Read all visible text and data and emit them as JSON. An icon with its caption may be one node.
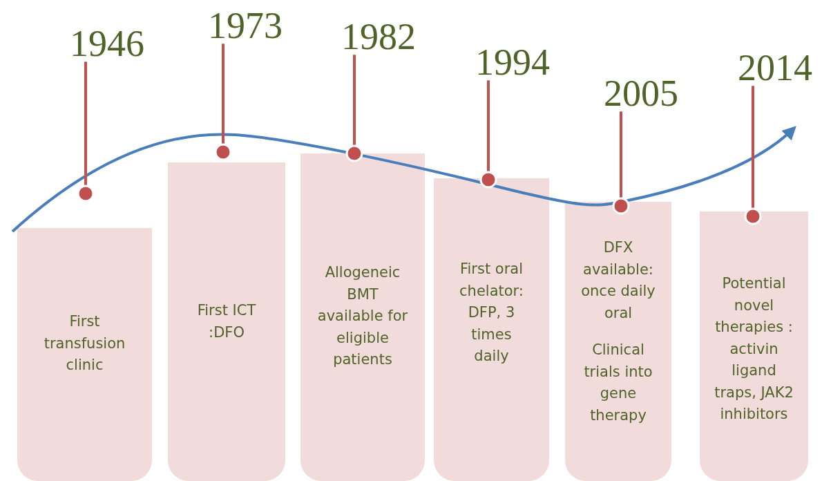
{
  "diagram": {
    "nodes": [
      {
        "text": [
          "First transfusion clinic"
        ]
      },
      {
        "text": [
          "First ICT :DFO"
        ]
      },
      {
        "text": [
          "Allogeneic BMT available for eligible patients"
        ]
      },
      {
        "text": [
          "First oral chelator: DFP, 3 times daily"
        ]
      },
      {
        "text": [
          "DFX available: once daily oral",
          "Clinical trials into gene therapy"
        ]
      },
      {
        "text": [
          "Potential novel therapies : activin ligand traps, JAK2 inhibitors"
        ]
      },
      {
        "text": [
          "1946"
        ]
      },
      {
        "text": [
          "1973"
        ]
      },
      {
        "text": [
          "1982"
        ]
      },
      {
        "text": [
          "1994"
        ]
      },
      {
        "text": [
          "2005"
        ]
      },
      {
        "text": [
          "2014"
        ]
      },
      {
        "text": [],
        "shape": "circle"
      },
      {
        "text": [],
        "shape": "circle"
      },
      {
        "text": [],
        "shape": "circle"
      },
      {
        "text": [],
        "shape": "circle"
      },
      {
        "text": [],
        "shape": "circle"
      },
      {
        "text": [],
        "shape": "circle"
      }
    ],
    "edges": [
      {
        "from": 6,
        "to": 12,
        "arrow": "none"
      },
      {
        "from": 7,
        "to": 13,
        "arrow": "none"
      },
      {
        "from": 8,
        "to": 14,
        "arrow": "none"
      },
      {
        "from": 9,
        "to": 15,
        "arrow": "none"
      },
      {
        "from": 10,
        "to": 16,
        "arrow": "none"
      },
      {
        "from": 11,
        "to": 17,
        "arrow": "none"
      }
    ]
  }
}
